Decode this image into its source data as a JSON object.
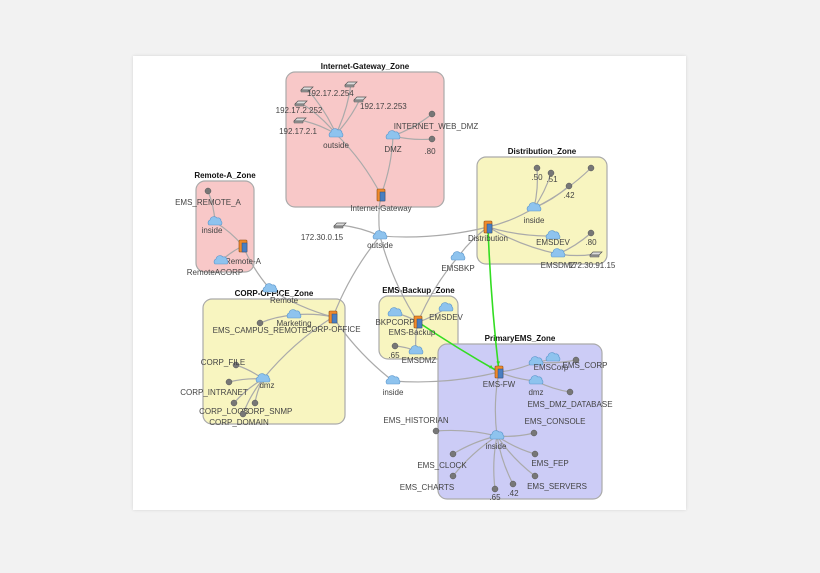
{
  "zones": [
    {
      "id": "internet_gateway",
      "label": "Internet-Gateway_Zone",
      "color": "#f8c8c8"
    },
    {
      "id": "remote_a",
      "label": "Remote-A_Zone",
      "color": "#f8c8c8"
    },
    {
      "id": "distribution",
      "label": "Distribution_Zone",
      "color": "#f8f5c0"
    },
    {
      "id": "corp_office",
      "label": "CORP-OFFICE_Zone",
      "color": "#f8f5c0"
    },
    {
      "id": "ems_backup",
      "label": "EMS-Backup_Zone",
      "color": "#f8f5c0"
    },
    {
      "id": "primary_ems",
      "label": "PrimaryEMS_Zone",
      "color": "#ccccf6"
    }
  ],
  "node_kinds": {
    "firewall": "firewall-icon",
    "cloud": "network-cloud-icon",
    "host": "host-dot-icon",
    "router": "router-icon"
  },
  "nodes": [
    {
      "id": "ig_fw",
      "kind": "firewall",
      "label": "Internet-Gateway"
    },
    {
      "id": "ig_outside",
      "kind": "cloud",
      "label": "outside"
    },
    {
      "id": "ig_dmz",
      "kind": "cloud",
      "label": "DMZ"
    },
    {
      "id": "ig_r254",
      "kind": "router",
      "label": "192.17.2.254"
    },
    {
      "id": "ig_r253",
      "kind": "router",
      "label": "192.17.2.253"
    },
    {
      "id": "ig_r252",
      "kind": "router",
      "label": "192.17.2.252"
    },
    {
      "id": "ig_r1",
      "kind": "router",
      "label": "192.17.2.1"
    },
    {
      "id": "ig_router_top",
      "kind": "router",
      "label": ""
    },
    {
      "id": "ig_webdmz",
      "kind": "host",
      "label": "INTERNET_WEB_DMZ"
    },
    {
      "id": "ig_80",
      "kind": "host",
      "label": ".80"
    },
    {
      "id": "ra_fw",
      "kind": "firewall",
      "label": "Remote-A"
    },
    {
      "id": "ra_inside",
      "kind": "cloud",
      "label": "inside"
    },
    {
      "id": "ra_host",
      "kind": "host",
      "label": "EMS_REMOTE_A"
    },
    {
      "id": "ra_acorp",
      "kind": "cloud",
      "label": "RemoteACORP"
    },
    {
      "id": "core_outside",
      "kind": "cloud",
      "label": "outside"
    },
    {
      "id": "core_router",
      "kind": "router",
      "label": "172.30.0.15"
    },
    {
      "id": "core_remote",
      "kind": "cloud",
      "label": "Remote"
    },
    {
      "id": "core_emsbkp",
      "kind": "cloud",
      "label": "EMSBKP"
    },
    {
      "id": "core_inside",
      "kind": "cloud",
      "label": "inside"
    },
    {
      "id": "d_fw",
      "kind": "firewall",
      "label": "Distribution"
    },
    {
      "id": "d_inside",
      "kind": "cloud",
      "label": "inside"
    },
    {
      "id": "d_50",
      "kind": "host",
      "label": ".50"
    },
    {
      "id": "d_51",
      "kind": "host",
      "label": ".51"
    },
    {
      "id": "d_42",
      "kind": "host",
      "label": ".42"
    },
    {
      "id": "d_top",
      "kind": "host",
      "label": ""
    },
    {
      "id": "d_emsdev",
      "kind": "cloud",
      "label": "EMSDEV"
    },
    {
      "id": "d_emsdmz",
      "kind": "cloud",
      "label": "EMSDMZ"
    },
    {
      "id": "d_80",
      "kind": "host",
      "label": ".80"
    },
    {
      "id": "d_r15",
      "kind": "router",
      "label": "172.30.91.15"
    },
    {
      "id": "c_fw",
      "kind": "firewall",
      "label": "CORP-OFFICE"
    },
    {
      "id": "c_marketing",
      "kind": "cloud",
      "label": "Marketing"
    },
    {
      "id": "c_campus",
      "kind": "host",
      "label": "EMS_CAMPUS_REMOTE"
    },
    {
      "id": "c_dmz",
      "kind": "cloud",
      "label": "dmz"
    },
    {
      "id": "c_file",
      "kind": "host",
      "label": "CORP_FILE"
    },
    {
      "id": "c_intranet",
      "kind": "host",
      "label": "CORP_INTRANET"
    },
    {
      "id": "c_logs",
      "kind": "host",
      "label": "CORP_LOGS"
    },
    {
      "id": "c_snmp",
      "kind": "host",
      "label": "CORP_SNMP"
    },
    {
      "id": "c_domain",
      "kind": "host",
      "label": "CORP_DOMAIN"
    },
    {
      "id": "b_fw",
      "kind": "firewall",
      "label": "EMS-Backup"
    },
    {
      "id": "b_bkpcorp",
      "kind": "cloud",
      "label": "BKPCORP"
    },
    {
      "id": "b_emsdev",
      "kind": "cloud",
      "label": "EMSDEV"
    },
    {
      "id": "b_emsdmz",
      "kind": "cloud",
      "label": "EMSDMZ"
    },
    {
      "id": "b_65",
      "kind": "host",
      "label": ".65"
    },
    {
      "id": "p_fw",
      "kind": "firewall",
      "label": "EMS-FW"
    },
    {
      "id": "p_emscorp",
      "kind": "cloud",
      "label": "EMSCorp"
    },
    {
      "id": "p_corp",
      "kind": "host",
      "label": "EMS_CORP"
    },
    {
      "id": "p_top",
      "kind": "cloud",
      "label": ""
    },
    {
      "id": "p_dmz",
      "kind": "cloud",
      "label": "dmz"
    },
    {
      "id": "p_dmzdb",
      "kind": "host",
      "label": "EMS_DMZ_DATABASE"
    },
    {
      "id": "p_inside",
      "kind": "cloud",
      "label": "inside"
    },
    {
      "id": "p_historian",
      "kind": "host",
      "label": "EMS_HISTORIAN"
    },
    {
      "id": "p_console",
      "kind": "host",
      "label": "EMS_CONSOLE"
    },
    {
      "id": "p_clock",
      "kind": "host",
      "label": "EMS_CLOCK"
    },
    {
      "id": "p_fep",
      "kind": "host",
      "label": "EMS_FEP"
    },
    {
      "id": "p_charts",
      "kind": "host",
      "label": "EMS_CHARTS"
    },
    {
      "id": "p_servers",
      "kind": "host",
      "label": "EMS_SERVERS"
    },
    {
      "id": "p_65",
      "kind": "host",
      "label": ".65"
    },
    {
      "id": "p_42",
      "kind": "host",
      "label": ".42"
    }
  ],
  "edges": [
    [
      "ig_fw",
      "ig_outside"
    ],
    [
      "ig_fw",
      "ig_dmz"
    ],
    [
      "ig_fw",
      "core_outside"
    ],
    [
      "ig_outside",
      "ig_r254"
    ],
    [
      "ig_outside",
      "ig_r253"
    ],
    [
      "ig_outside",
      "ig_r252"
    ],
    [
      "ig_outside",
      "ig_r1"
    ],
    [
      "ig_outside",
      "ig_router_top"
    ],
    [
      "ig_dmz",
      "ig_webdmz"
    ],
    [
      "ig_dmz",
      "ig_80"
    ],
    [
      "ra_fw",
      "ra_inside"
    ],
    [
      "ra_inside",
      "ra_host"
    ],
    [
      "ra_fw",
      "ra_acorp"
    ],
    [
      "ra_fw",
      "core_remote"
    ],
    [
      "core_outside",
      "core_router"
    ],
    [
      "core_outside",
      "d_fw"
    ],
    [
      "core_outside",
      "c_fw"
    ],
    [
      "core_outside",
      "b_fw"
    ],
    [
      "core_remote",
      "c_fw"
    ],
    [
      "d_fw",
      "d_inside"
    ],
    [
      "d_inside",
      "d_50"
    ],
    [
      "d_inside",
      "d_51"
    ],
    [
      "d_inside",
      "d_42"
    ],
    [
      "d_inside",
      "d_top"
    ],
    [
      "d_fw",
      "d_emsdev"
    ],
    [
      "d_fw",
      "d_emsdmz"
    ],
    [
      "d_emsdmz",
      "d_80"
    ],
    [
      "d_emsdmz",
      "d_r15"
    ],
    [
      "d_fw",
      "core_emsbkp"
    ],
    [
      "core_emsbkp",
      "b_fw"
    ],
    [
      "c_fw",
      "c_marketing"
    ],
    [
      "c_marketing",
      "c_campus"
    ],
    [
      "c_fw",
      "c_dmz"
    ],
    [
      "c_dmz",
      "c_file"
    ],
    [
      "c_dmz",
      "c_intranet"
    ],
    [
      "c_dmz",
      "c_logs"
    ],
    [
      "c_dmz",
      "c_snmp"
    ],
    [
      "c_dmz",
      "c_domain"
    ],
    [
      "c_fw",
      "core_inside"
    ],
    [
      "core_inside",
      "p_fw"
    ],
    [
      "b_fw",
      "b_bkpcorp"
    ],
    [
      "b_fw",
      "b_emsdev"
    ],
    [
      "b_fw",
      "b_emsdmz"
    ],
    [
      "b_emsdmz",
      "b_65"
    ],
    [
      "p_fw",
      "p_emscorp"
    ],
    [
      "p_emscorp",
      "p_corp"
    ],
    [
      "p_emscorp",
      "p_top"
    ],
    [
      "p_fw",
      "p_dmz"
    ],
    [
      "p_dmz",
      "p_dmzdb"
    ],
    [
      "p_fw",
      "p_inside"
    ],
    [
      "p_inside",
      "p_historian"
    ],
    [
      "p_inside",
      "p_console"
    ],
    [
      "p_inside",
      "p_clock"
    ],
    [
      "p_inside",
      "p_fep"
    ],
    [
      "p_inside",
      "p_charts"
    ],
    [
      "p_inside",
      "p_servers"
    ],
    [
      "p_inside",
      "p_65"
    ],
    [
      "p_inside",
      "p_42"
    ]
  ],
  "highlighted_edges": [
    [
      "b_fw",
      "p_fw"
    ],
    [
      "d_fw",
      "p_fw"
    ]
  ],
  "colors": {
    "edge": "#aaaaaa",
    "highlight": "#33dd22",
    "cloud": "#8ec3ee",
    "host": "#777777",
    "firewall": "#f08a2a"
  }
}
